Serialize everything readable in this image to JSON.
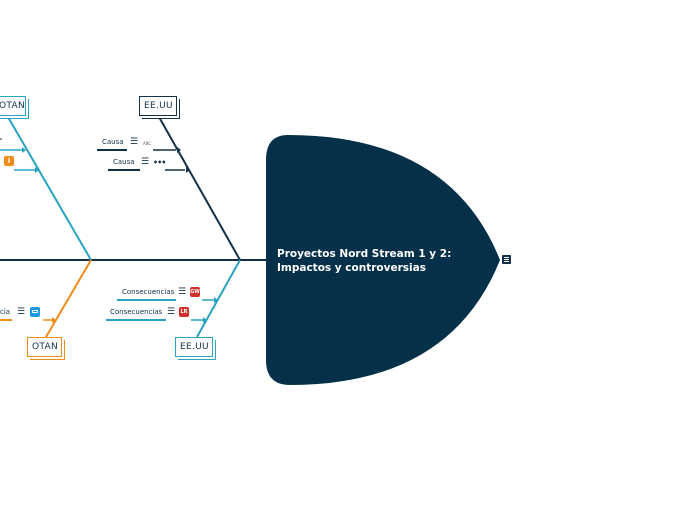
{
  "diagram": {
    "title": "Proyectos Nord Stream 1 y 2: Impactos y controversias",
    "colors": {
      "head": "#05304a",
      "spine": "#12304a",
      "teal": "#2aa3bf",
      "orange": "#f08c1a",
      "red_badge": "#d0312d",
      "blue_badge": "#1e9be0"
    },
    "bones": {
      "top_left": {
        "label": "OTAN"
      },
      "top_right": {
        "label": "EE.UU",
        "causes": [
          {
            "label": "Causa",
            "badge": "ABC"
          },
          {
            "label": "Causa",
            "badge": "•••"
          }
        ]
      },
      "bottom_left": {
        "label": "OTAN",
        "items": [
          {
            "label": "cia",
            "badge": "blue-badge-icon"
          }
        ]
      },
      "bottom_right": {
        "label": "EE.UU",
        "consequences": [
          {
            "label": "Consecuencias",
            "badge": "GW"
          },
          {
            "label": "Consecuencias",
            "badge": "LR"
          }
        ]
      }
    },
    "note_glyph": "☰"
  }
}
